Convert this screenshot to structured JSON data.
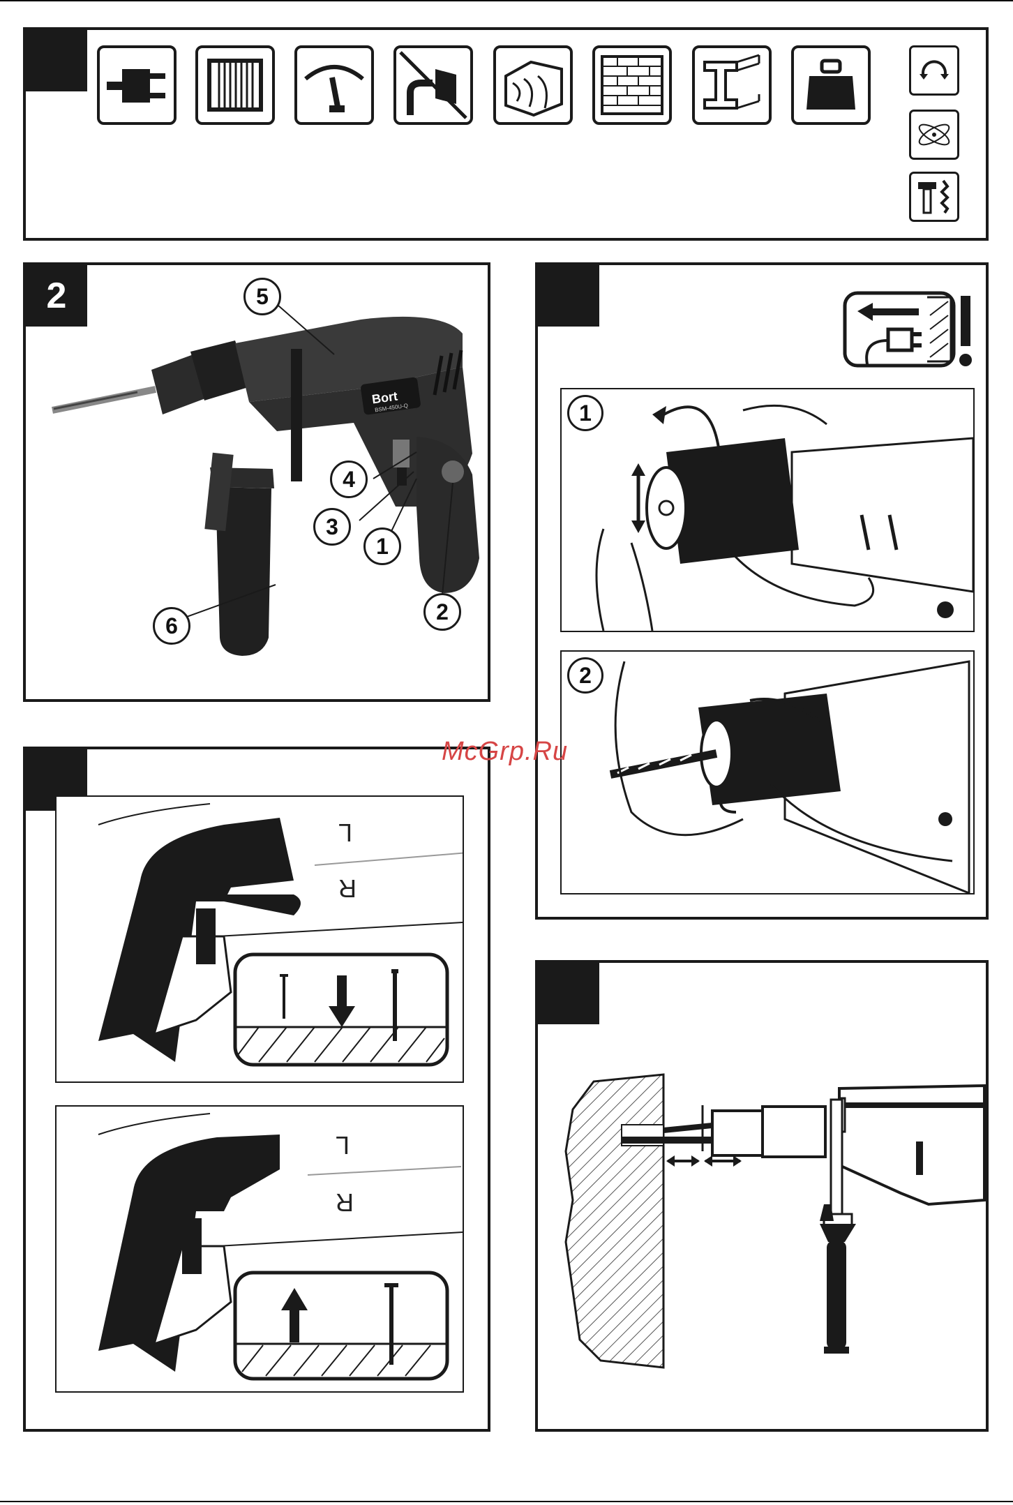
{
  "watermark": "McGrp.Ru",
  "panel2": {
    "number": "2"
  },
  "callouts": [
    "1",
    "2",
    "3",
    "4",
    "5",
    "6"
  ],
  "drill_brand": "Bort",
  "drill_model": "BSM-450U-Q",
  "chuck_steps": [
    "1",
    "2"
  ],
  "direction_labels": {
    "left": "L",
    "right": "R"
  },
  "icons": {
    "top_row": [
      "plug-icon",
      "motor-winding-icon",
      "speedometer-icon",
      "no-water-icon",
      "wood-icon",
      "brick-wall-icon",
      "steel-beam-icon",
      "weight-icon"
    ],
    "side_column": [
      "rotation-icon",
      "vibration-icon",
      "hammer-drill-mode-icon"
    ]
  },
  "colors": {
    "ink": "#1a1a1a",
    "watermark": "#d64545"
  }
}
